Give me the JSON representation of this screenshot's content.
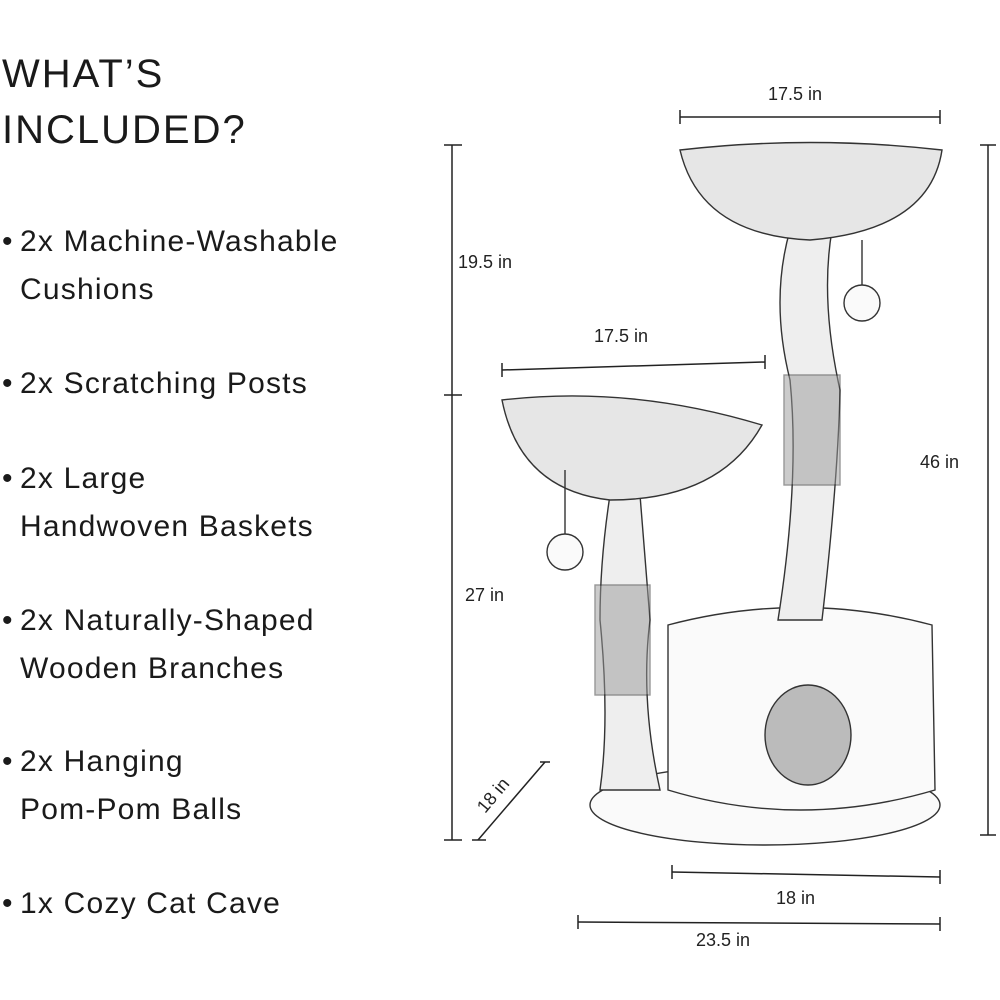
{
  "heading": {
    "line1": "WHAT’S",
    "line2": "INCLUDED?"
  },
  "items": [
    {
      "bullet": "•",
      "line1": "2x Machine-Washable",
      "line2": "Cushions"
    },
    {
      "bullet": "•",
      "line1": "2x Scratching Posts",
      "line2": ""
    },
    {
      "bullet": "•",
      "line1": "2x Large",
      "line2": "Handwoven Baskets"
    },
    {
      "bullet": "•",
      "line1": "2x Naturally-Shaped",
      "line2": "Wooden Branches"
    },
    {
      "bullet": "•",
      "line1": "2x Hanging",
      "line2": "Pom-Pom Balls"
    },
    {
      "bullet": "•",
      "line1": "1x Cozy Cat Cave",
      "line2": ""
    }
  ],
  "dimensions": {
    "top_basket_width": "17.5 in",
    "lower_basket_width": "17.5 in",
    "upper_height": "19.5 in",
    "lower_height": "27 in",
    "total_height": "46 in",
    "base_depth": "18 in",
    "cave_width": "18 in",
    "base_width": "23.5 in"
  },
  "illustration": {
    "subject": "cat tree with two woven baskets, two branches, pom-poms and cat cave"
  }
}
